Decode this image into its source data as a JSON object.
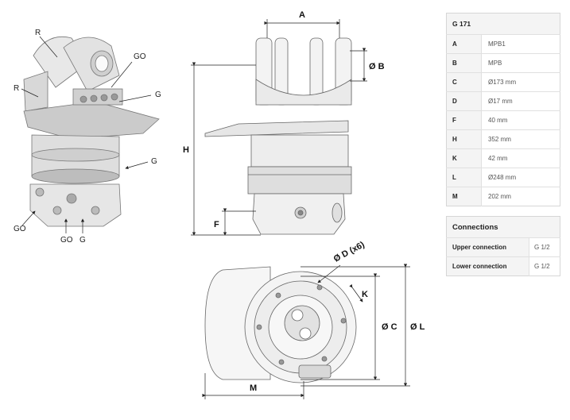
{
  "figure_labels": {
    "iso_r_top": "R",
    "iso_r_left": "R",
    "iso_go_top": "GO",
    "iso_g_right_top": "G",
    "iso_g_right_mid": "G",
    "iso_go_bottom_left": "GO",
    "iso_go_bottom": "GO",
    "iso_g_bottom": "G"
  },
  "dimension_labels": {
    "A": "A",
    "B": "Ø B",
    "H": "H",
    "F": "F",
    "D": "Ø D (x6)",
    "K": "K",
    "C": "Ø C",
    "L": "Ø L",
    "M": "M"
  },
  "spec_table": {
    "title": "G 171",
    "rows": [
      {
        "key": "A",
        "value": "MPB1"
      },
      {
        "key": "B",
        "value": "MPB"
      },
      {
        "key": "C",
        "value": "Ø173 mm"
      },
      {
        "key": "D",
        "value": "Ø17 mm"
      },
      {
        "key": "F",
        "value": "40 mm"
      },
      {
        "key": "H",
        "value": "352 mm"
      },
      {
        "key": "K",
        "value": "42 mm"
      },
      {
        "key": "L",
        "value": "Ø248 mm"
      },
      {
        "key": "M",
        "value": "202 mm"
      }
    ]
  },
  "connections_table": {
    "title": "Connections",
    "rows": [
      {
        "key": "Upper connection",
        "value": "G 1/2"
      },
      {
        "key": "Lower connection",
        "value": "G 1/2"
      }
    ]
  }
}
